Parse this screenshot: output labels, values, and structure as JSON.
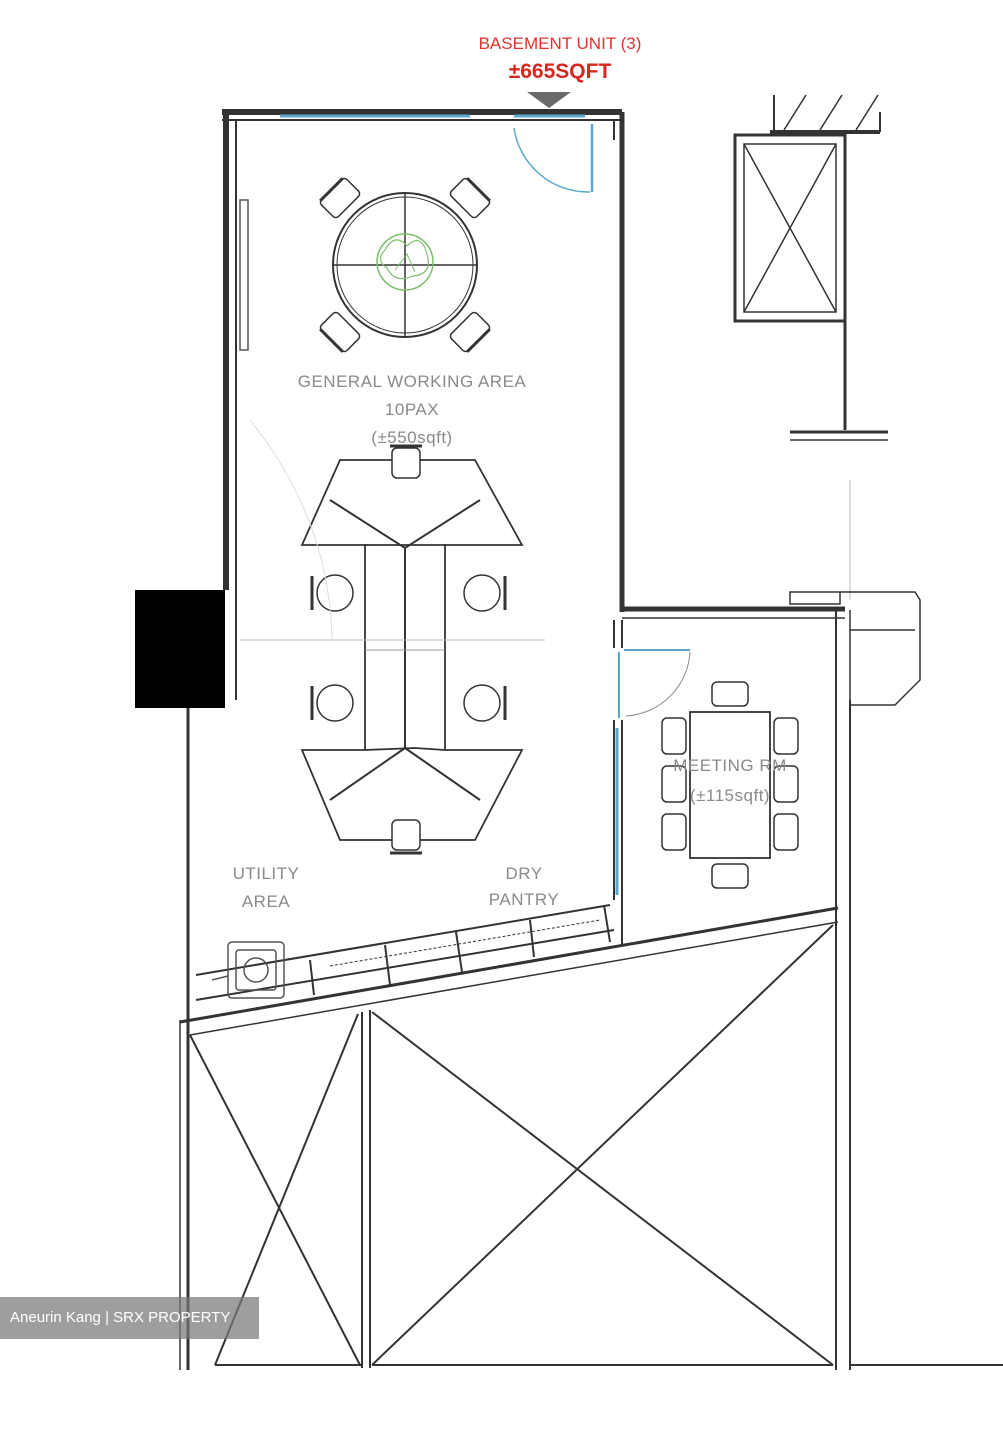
{
  "header": {
    "unit_label": "BASEMENT UNIT (3)",
    "unit_area": "±665SQFT"
  },
  "rooms": {
    "general": {
      "name": "GENERAL WORKING AREA",
      "pax": "10PAX",
      "area": "(±550sqft)"
    },
    "meeting": {
      "name": "MEETING RM",
      "area": "(±115sqft)"
    },
    "utility": {
      "line1": "UTILITY",
      "line2": "AREA"
    },
    "pantry": {
      "line1": "DRY",
      "line2": "PANTRY"
    }
  },
  "watermark": "Aneurin Kang | SRX PROPERTY",
  "colors": {
    "header_red": "#e0332b",
    "wall": "#333333",
    "window_blue": "#5aa9c9",
    "plant_green": "#7bbf6a",
    "label_gray": "#8a8a8a"
  }
}
